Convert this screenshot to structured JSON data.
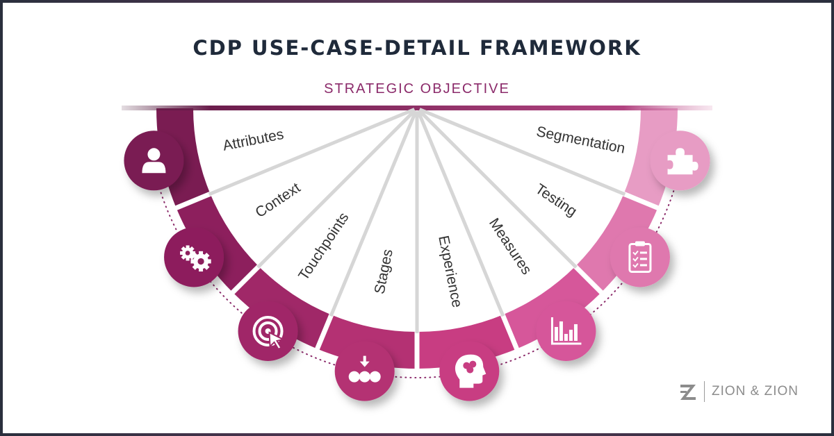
{
  "header": {
    "title": "CDP USE-CASE-DETAIL FRAMEWORK",
    "subtitle": "STRATEGIC OBJECTIVE"
  },
  "segments": [
    {
      "label": "Attributes",
      "icon": "user-icon",
      "color": "#7a1c52"
    },
    {
      "label": "Context",
      "icon": "gears-icon",
      "color": "#8d1f5d"
    },
    {
      "label": "Touchpoints",
      "icon": "target-click-icon",
      "color": "#a02868"
    },
    {
      "label": "Stages",
      "icon": "stages-icon",
      "color": "#b43173"
    },
    {
      "label": "Experience",
      "icon": "brain-head-icon",
      "color": "#c83d82"
    },
    {
      "label": "Measures",
      "icon": "bar-chart-icon",
      "color": "#d6579a"
    },
    {
      "label": "Testing",
      "icon": "clipboard-icon",
      "color": "#df78ae"
    },
    {
      "label": "Segmentation",
      "icon": "puzzle-icon",
      "color": "#e79cc4"
    }
  ],
  "brand": {
    "name": "ZION & ZION",
    "logo_letter": "Z"
  }
}
